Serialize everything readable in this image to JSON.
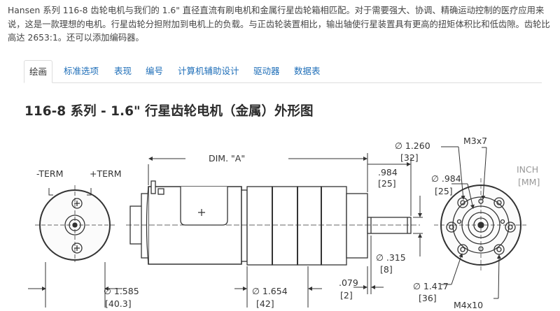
{
  "intro_text": "Hansen 系列 116-8 齿轮电机与我们的 1.6\" 直径直流有刷电机和金属行星齿轮箱相匹配。对于需要强大、协调、精确运动控制的医疗应用来说，这是一款理想的电机。行星齿轮分担附加到电机上的负载。与正齿轮装置相比，输出轴使行星装置具有更高的扭矩体积比和低齿隙。齿轮比高达 2653:1。还可以添加编码器。",
  "tabs": [
    {
      "label": "绘画",
      "active": true
    },
    {
      "label": "标准选项",
      "active": false
    },
    {
      "label": "表现",
      "active": false
    },
    {
      "label": "编号",
      "active": false
    },
    {
      "label": "计算机辅助设计",
      "active": false
    },
    {
      "label": "驱动器",
      "active": false
    },
    {
      "label": "数据表",
      "active": false
    }
  ],
  "page_title": "116-8 系列 - 1.6\" 行星齿轮电机（金属）外形图",
  "drawing": {
    "term_neg": "-TERM",
    "term_pos": "+TERM",
    "dim_a": "DIM. \"A\"",
    "dim_984_top": ".984",
    "dim_984_top_mm": "[25]",
    "dia_1260": "∅ 1.260",
    "dia_1260_mm": "[32]",
    "m3x7": "M3x7",
    "dia_984_side": "∅ .984",
    "dia_984_side_mm": "[25]",
    "unit_inch": "INCH",
    "unit_mm": "[MM]",
    "dia_1585": "∅ 1.585",
    "dia_1585_mm": "[40.3]",
    "dia_1654": "∅ 1.654",
    "dia_1654_mm": "[42]",
    "dim_079": ".079",
    "dim_079_mm": "[2]",
    "dia_315": "∅ .315",
    "dia_315_mm": "[8]",
    "dia_1417": "∅ 1.417",
    "dia_1417_mm": "[36]",
    "m4x10": "M4x10",
    "colors": {
      "line": "#333333",
      "tab_link": "#1e6eb8",
      "border": "#dddddd"
    }
  }
}
